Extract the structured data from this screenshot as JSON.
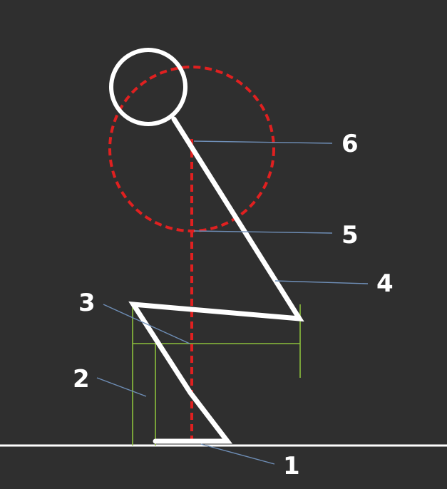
{
  "labels": {
    "one": "1",
    "two": "2",
    "three": "3",
    "four": "4",
    "five": "5",
    "six": "6"
  },
  "colors": {
    "background": "#2f2f2f",
    "figure_stroke": "#ffffff",
    "guide_dashed": "#e02020",
    "measure_lines": "#8bbf3c",
    "leader_lines": "#6f8fb8"
  }
}
